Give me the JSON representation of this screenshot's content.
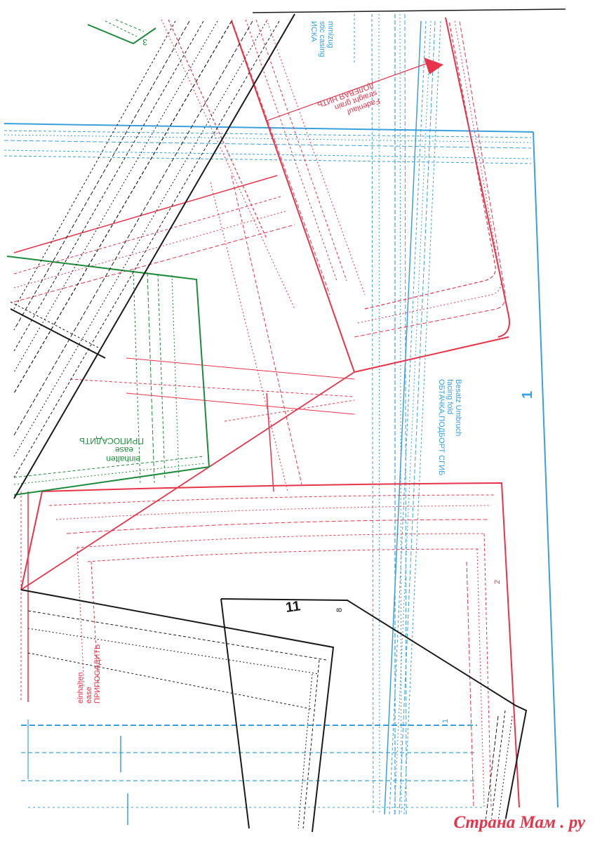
{
  "colors": {
    "blue": "#3aa0dc",
    "red": "#e8344a",
    "green": "#1e8a3c",
    "black": "#1a1a1a",
    "watermark": "#e8344a"
  },
  "labels": {
    "elastic_top_1": "mmizug",
    "elastic_top_2": "stic casing",
    "elastic_top_3": "ИСКА",
    "grain_de": "Fadenlauf",
    "grain_en": "straight grain",
    "grain_ru": "ДОЛЕВАЯ НИТЬ",
    "ease_green_de": "einhalten",
    "ease_green_en": "ease",
    "ease_green_ru": "ПРИПОСАДИТЬ",
    "facing_de": "Besatz Umbruch",
    "facing_en": "facing fold",
    "facing_ru": "ОБТАЧКА,ПОДБОРТ СГИБ",
    "piece_blue": "1",
    "piece_black": "11",
    "piece_top_green": "3",
    "mark_8": "8",
    "mark_2": "2",
    "mark_1": "1",
    "ease_black_de": "einhalten",
    "ease_black_en": "ease",
    "ease_black_ru": "ПРИПОСАДИТЬ"
  },
  "watermark": "Страна Мам . ру"
}
